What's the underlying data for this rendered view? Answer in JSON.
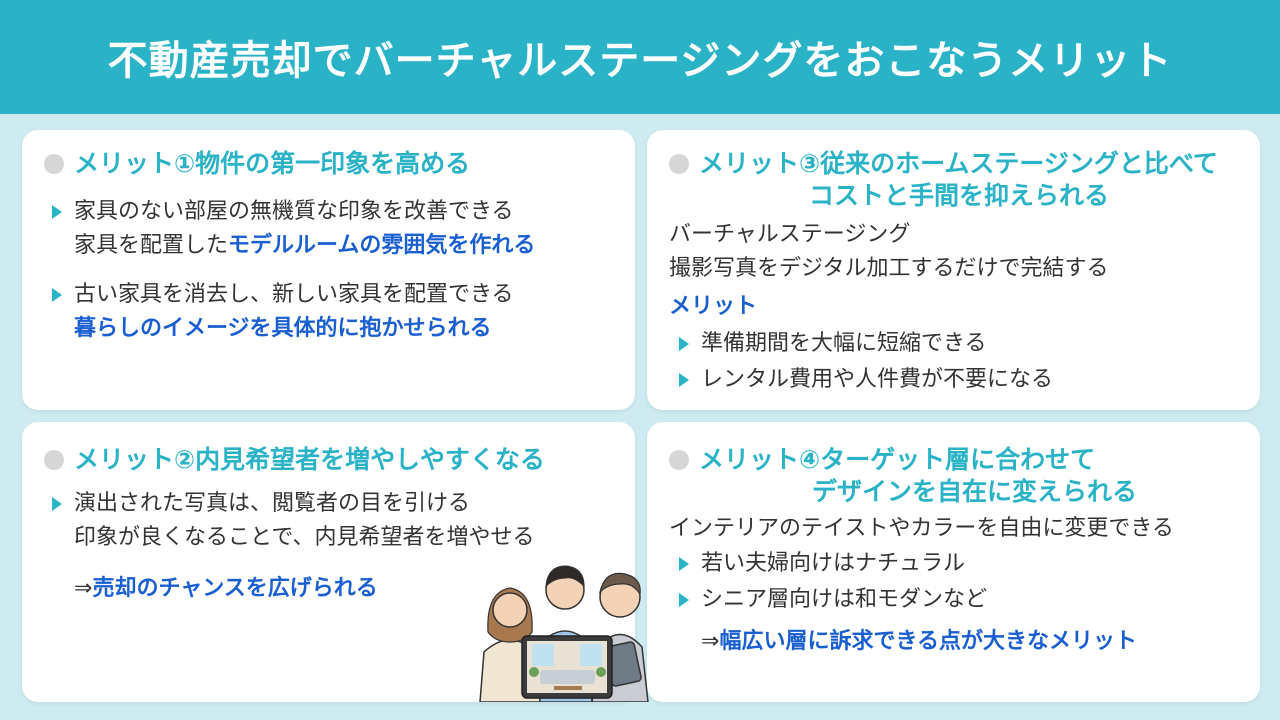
{
  "header": {
    "title": "不動産売却でバーチャルステージングをおこなうメリット"
  },
  "colors": {
    "accent": "#2ab3c6",
    "highlight": "#1a5fd0",
    "background": "#cdebf0"
  },
  "card1": {
    "title": "メリット①物件の第一印象を高める",
    "b1_line1": "家具のない部屋の無機質な印象を改善できる",
    "b1_line2_pre": "家具を配置した",
    "b1_line2_hl": "モデルルームの雰囲気を作れる",
    "b2_line1": "古い家具を消去し、新しい家具を配置できる",
    "b2_line2_hl": "暮らしのイメージを具体的に抱かせられる"
  },
  "card3": {
    "title_line1": "メリット③従来のホームステージングと比べて",
    "title_line2": "コストと手間を抑えられる",
    "desc1": "バーチャルステージング",
    "desc2": "撮影写真をデジタル加工するだけで完結する",
    "sub": "メリット",
    "b1": "準備期間を大幅に短縮できる",
    "b2": "レンタル費用や人件費が不要になる"
  },
  "card2": {
    "title": "メリット②内見希望者を増やしやすくなる",
    "b1_line1": "演出された写真は、閲覧者の目を引ける",
    "b1_line2": "印象が良くなることで、内見希望者を増やせる",
    "arrow": "⇒",
    "result": "売却のチャンスを広げられる"
  },
  "card4": {
    "title_line1": "メリット④ターゲット層に合わせて",
    "title_line2": "デザインを自在に変えられる",
    "desc": "インテリアのテイストやカラーを自由に変更できる",
    "b1": "若い夫婦向けはナチュラル",
    "b2": "シニア層向けは和モダンなど",
    "arrow": "⇒",
    "result": "幅広い層に訴求できる点が大きなメリット"
  }
}
